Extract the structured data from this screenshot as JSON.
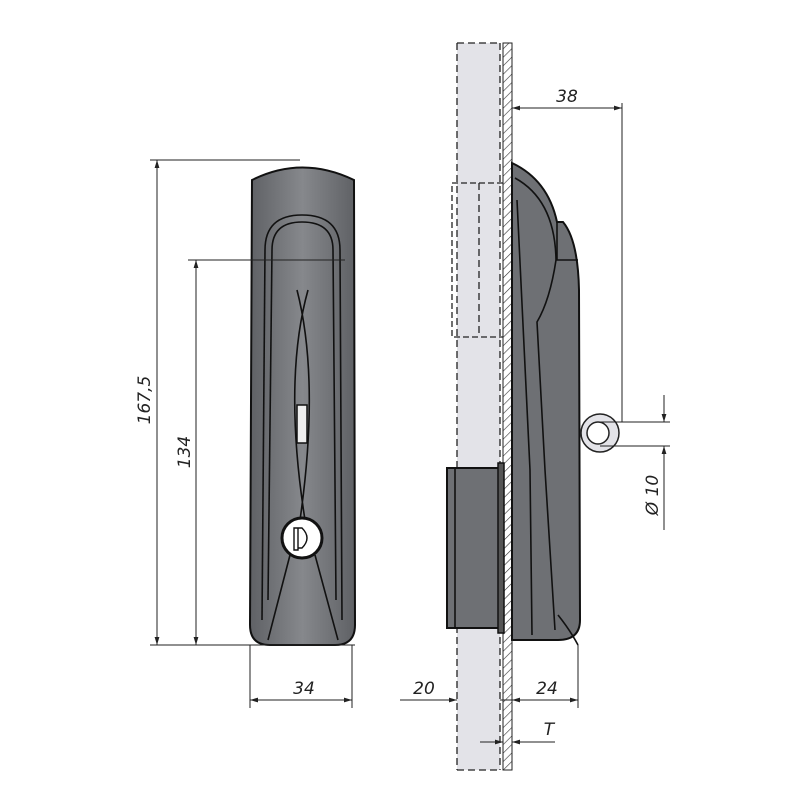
{
  "drawing": {
    "title": "Swing handle lock technical drawing",
    "dimensions": {
      "overall_height": "167,5",
      "hole_spacing": "134",
      "width": "34",
      "panel_thickness_left": "20",
      "depth": "24",
      "projection": "38",
      "thickness": "T",
      "ring_diameter": "Ø 10"
    },
    "colors": {
      "body": "#6e7074",
      "panel": "#e3e3e8",
      "line": "#222222"
    }
  }
}
